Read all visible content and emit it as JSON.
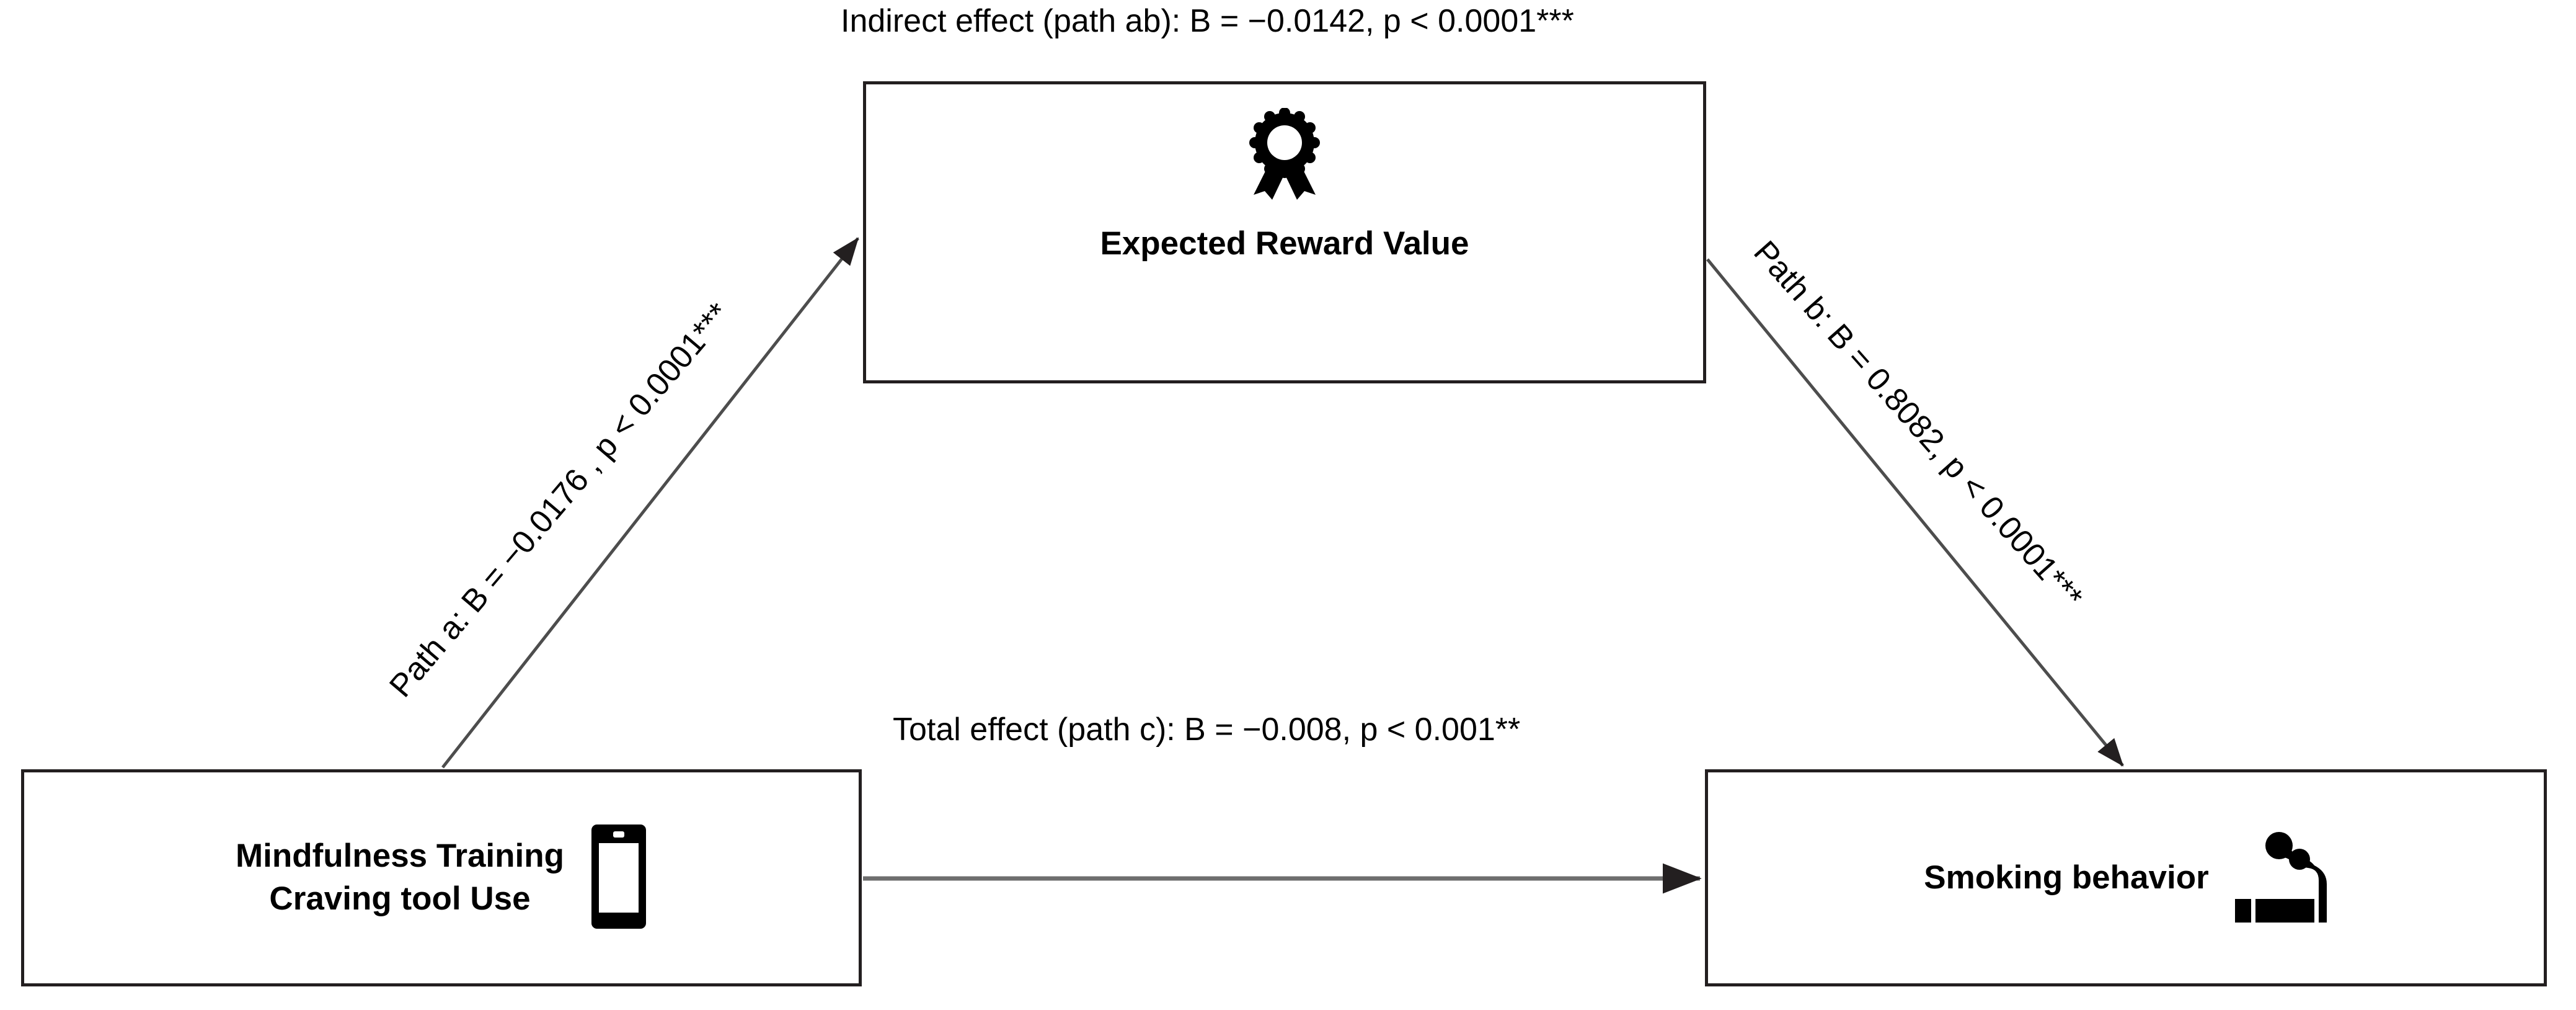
{
  "diagram": {
    "type": "mediation-model",
    "title_text": "Indirect effect (path ab): B = −0.0142, p < 0.0001***",
    "nodes": {
      "predictor": {
        "label": "Mindfulness Training\nCraving tool Use",
        "icon": "smartphone-icon"
      },
      "mediator": {
        "label": "Expected Reward Value",
        "icon": "award-ribbon-icon"
      },
      "outcome": {
        "label": "Smoking behavior",
        "icon": "cigarette-icon"
      }
    },
    "paths": {
      "indirect_ab": {
        "name": "Indirect effect (path ab)",
        "label": "Indirect effect (path ab): B = −0.0142, p < 0.0001***",
        "coefficient": "−0.0142",
        "p_value": "p < 0.0001",
        "significance": "***"
      },
      "path_a": {
        "name": "Path a",
        "label": "Path a: B = −0.0176 , p < 0.0001***",
        "coefficient": "−0.0176",
        "p_value": "p < 0.0001",
        "significance": "***"
      },
      "path_b": {
        "name": "Path b",
        "label": "Path b: B = 0.8082, p < 0.0001***",
        "coefficient": "0.8082",
        "p_value": "p < 0.0001",
        "significance": "***"
      },
      "total_c": {
        "name": "Total effect (path c)",
        "label": "Total effect (path c): B = −0.008, p < 0.001**",
        "coefficient": "−0.008",
        "p_value": "p < 0.001",
        "significance": "**"
      }
    },
    "colors": {
      "background": "#ffffff",
      "box_border": "#231f20",
      "text": "#000000",
      "connector": "#4d4d4d",
      "icon": "#000000"
    }
  }
}
